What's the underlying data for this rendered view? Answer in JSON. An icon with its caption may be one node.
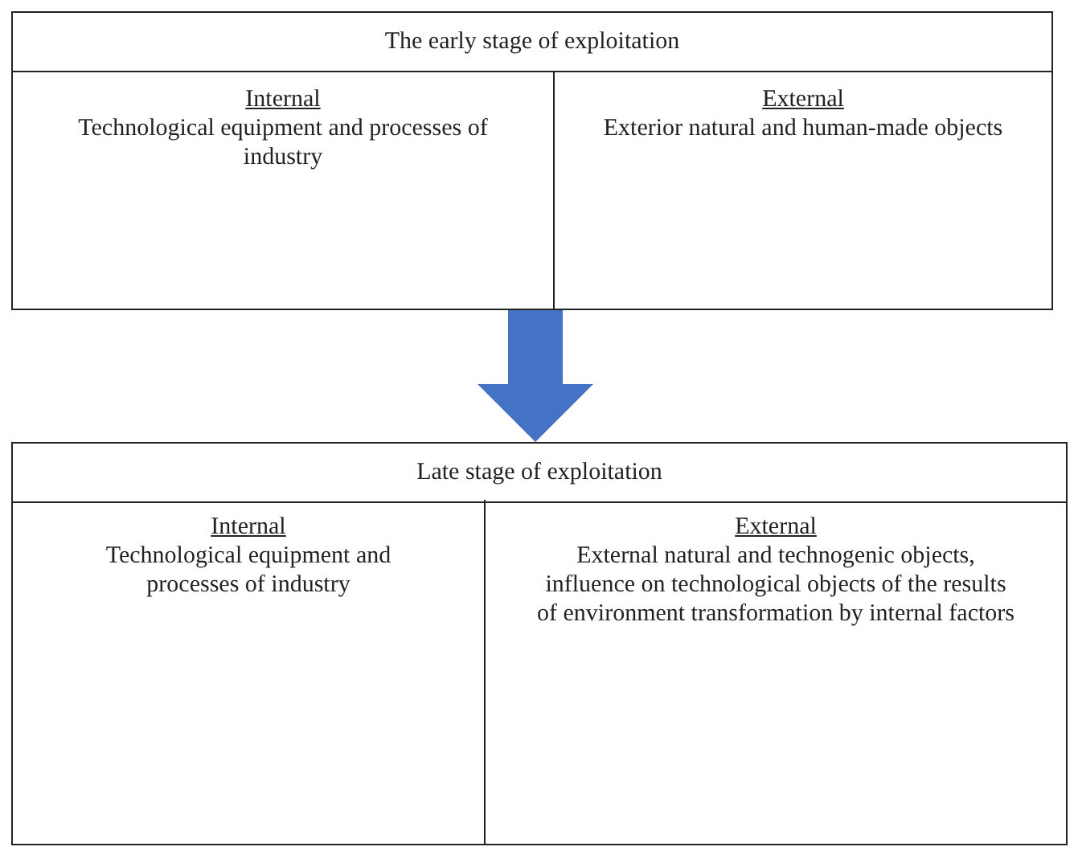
{
  "diagram": {
    "nodes": [
      {
        "text": [
          "The early stage of exploitation"
        ]
      },
      {
        "text": [
          "Internal",
          "Technological equipment and processes of industry"
        ],
        "in": 0
      },
      {
        "text": [
          "External",
          "Exterior natural and human-made objects"
        ],
        "in": 0
      },
      {
        "text": [
          "Late stage of exploitation"
        ]
      },
      {
        "text": [
          "Internal",
          "Technological equipment and processes of industry"
        ],
        "in": 3
      },
      {
        "text": [
          "External",
          "External natural and technogenic objects, influence on technological objects of the results of environment transformation by internal factors"
        ],
        "in": 3
      }
    ],
    "edges": [
      {
        "from": 0,
        "to": 3,
        "arrow": "to",
        "style": "thick",
        "color": "#4472c4"
      }
    ]
  }
}
